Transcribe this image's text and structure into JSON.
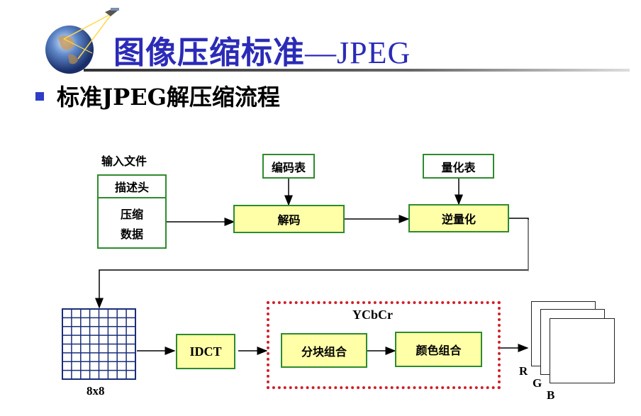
{
  "title": {
    "cjk": "图像压缩标准",
    "dash": "—",
    "latin": "JPEG"
  },
  "subtitle": "标准JPEG解压缩流程",
  "diagram": {
    "input_file_label": "输入文件",
    "header_box": "描述头",
    "compressed_line1": "压缩",
    "compressed_line2": "数据",
    "code_table": "编码表",
    "decode": "解码",
    "quant_table": "量化表",
    "dequantize": "逆量化",
    "grid_label": "8x8",
    "idct": "IDCT",
    "ycbcr": "YCbCr",
    "block_combine": "分块组合",
    "color_combine": "颜色组合",
    "channel_r": "R",
    "channel_g": "G",
    "channel_b": "B"
  },
  "colors": {
    "title": "#2b2bb8",
    "box_border": "#2e8b2e",
    "box_fill": "#ffffa8",
    "grid": "#1a2d7a",
    "dotted_border": "#d0202a"
  }
}
